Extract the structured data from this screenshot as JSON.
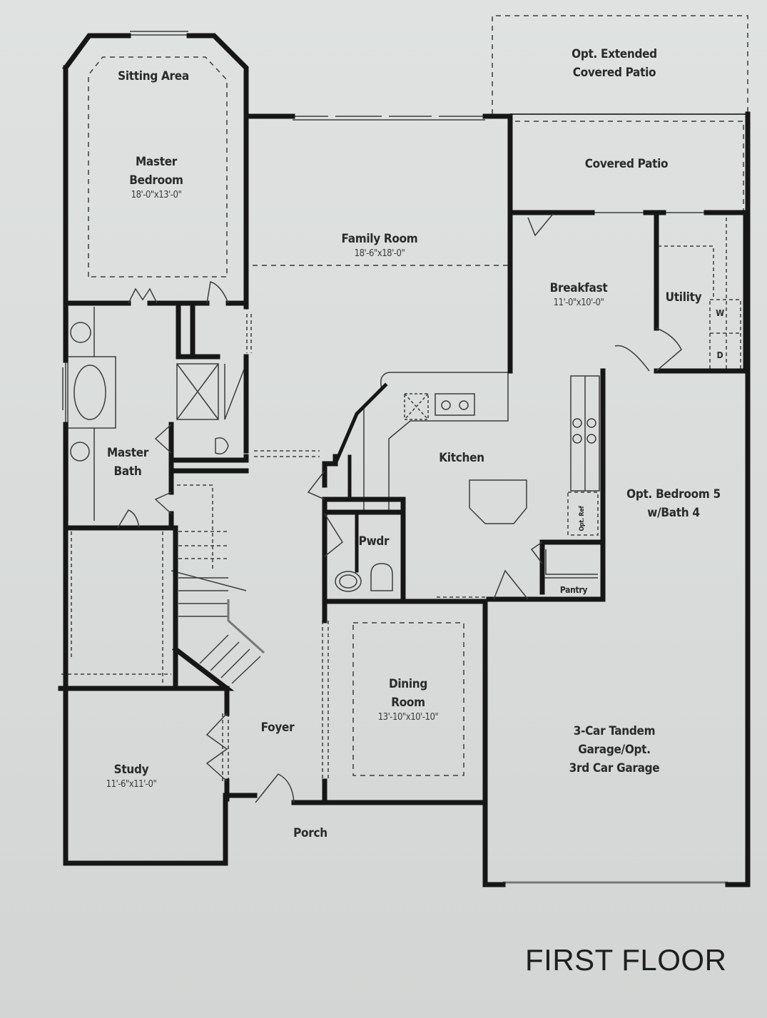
{
  "title": "FIRST FLOOR",
  "rooms": {
    "sitting_area": {
      "name": "Sitting Area"
    },
    "master_bedroom": {
      "name_line1": "Master",
      "name_line2": "Bedroom",
      "dimensions": "18'-0\"x13'-0\""
    },
    "family_room": {
      "name": "Family Room",
      "dimensions": "18'-6\"x18'-0\""
    },
    "opt_extended_patio": {
      "name_line1": "Opt. Extended",
      "name_line2": "Covered Patio"
    },
    "covered_patio": {
      "name": "Covered Patio"
    },
    "breakfast": {
      "name": "Breakfast",
      "dimensions": "11'-0\"x10'-0\""
    },
    "utility": {
      "name": "Utility",
      "washer": "W",
      "dryer": "D"
    },
    "master_bath": {
      "name_line1": "Master",
      "name_line2": "Bath"
    },
    "kitchen": {
      "name": "Kitchen",
      "opt_ref": "Opt. Ref",
      "pantry": "Pantry"
    },
    "powder": {
      "name": "Pwdr"
    },
    "opt_bedroom5": {
      "name_line1": "Opt. Bedroom 5",
      "name_line2": "w/Bath 4"
    },
    "dining_room": {
      "name_line1": "Dining",
      "name_line2": "Room",
      "dimensions": "13'-10\"x10'-10\""
    },
    "foyer": {
      "name": "Foyer"
    },
    "study": {
      "name": "Study",
      "dimensions": "11'-6\"x11'-0\""
    },
    "porch": {
      "name": "Porch"
    },
    "garage": {
      "name_line1": "3-Car Tandem",
      "name_line2": "Garage/Opt.",
      "name_line3": "3rd Car Garage"
    }
  },
  "colors": {
    "wall": "#161616",
    "line": "#3c3c3c",
    "paper": "#dcdfde"
  }
}
